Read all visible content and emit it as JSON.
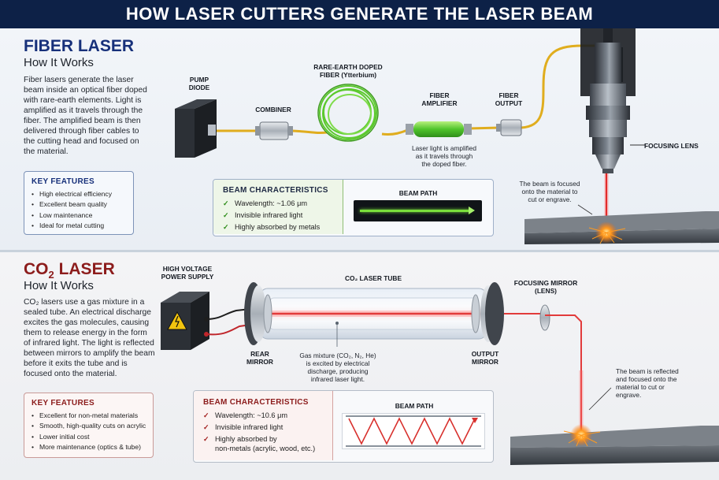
{
  "header": {
    "title": "HOW LASER CUTTERS GENERATE THE LASER BEAM"
  },
  "fiber": {
    "title": "FIBER LASER",
    "subtitle": "How It Works",
    "description": "Fiber lasers generate the laser beam inside an optical fiber doped with rare-earth elements. Light is amplified as it travels through the fiber. The amplified beam is then delivered through fiber cables to the cutting head and focused on the material.",
    "key_features": {
      "title": "KEY FEATURES",
      "items": [
        "High electrical efficiency",
        "Excellent beam quality",
        "Low maintenance",
        "Ideal for metal cutting"
      ]
    },
    "labels": {
      "pump": "PUMP\nDIODE",
      "combiner": "COMBINER",
      "doped_fiber": "RARE-EARTH DOPED\nFIBER (Ytterbium)",
      "amplifier": "FIBER\nAMPLIFIER",
      "output": "FIBER\nOUTPUT",
      "focusing_lens": "FOCUSING LENS"
    },
    "notes": {
      "amplified": "Laser light is amplified\nas it travels through\nthe doped fiber.",
      "focused": "The beam is focused\nonto the material to\ncut or engrave."
    },
    "beam": {
      "title": "BEAM CHARACTERISTICS",
      "items": [
        "Wavelength: ~1.06 μm",
        "Invisible infrared light",
        "Highly absorbed by metals"
      ],
      "path_title": "BEAM PATH"
    },
    "colors": {
      "accent": "#17307a",
      "fiber_core": "#5cc92e",
      "cable": "#e0ad1e"
    }
  },
  "co2": {
    "title_main": "CO",
    "title_sub": "2",
    "title_end": " LASER",
    "subtitle": "How It Works",
    "description": "CO₂ lasers use a gas mixture in a sealed tube. An electrical discharge excites the gas molecules, causing them to release energy in the form of infrared light. The light is reflected between mirrors to amplify the beam before it exits the tube and is focused onto the material.",
    "key_features": {
      "title": "KEY FEATURES",
      "items": [
        "Excellent for non-metal materials",
        "Smooth, high-quality cuts on acrylic",
        "Lower initial cost",
        "More maintenance (optics & tube)"
      ]
    },
    "labels": {
      "power_supply": "HIGH VOLTAGE\nPOWER SUPPLY",
      "tube": "CO₂ LASER TUBE",
      "focusing_mirror": "FOCUSING MIRROR\n(LENS)",
      "rear_mirror": "REAR\nMIRROR",
      "output_mirror": "OUTPUT\nMIRROR"
    },
    "notes": {
      "gas": "Gas mixture (CO₂, N₂, He)\nis excited by electrical\ndischarge, producing\ninfrared laser light.",
      "reflected": "The beam is reflected\nand focused onto the\nmaterial to cut or\nengrave."
    },
    "beam": {
      "title": "BEAM CHARACTERISTICS",
      "items": [
        "Wavelength: ~10.6 μm",
        "Invisible infrared light",
        "Highly absorbed by\nnon-metals (acrylic, wood, etc.)"
      ],
      "path_title": "BEAM PATH"
    },
    "colors": {
      "accent": "#8c1c1c",
      "beam": "#e23b3b",
      "warning": "#f2c40f"
    }
  }
}
